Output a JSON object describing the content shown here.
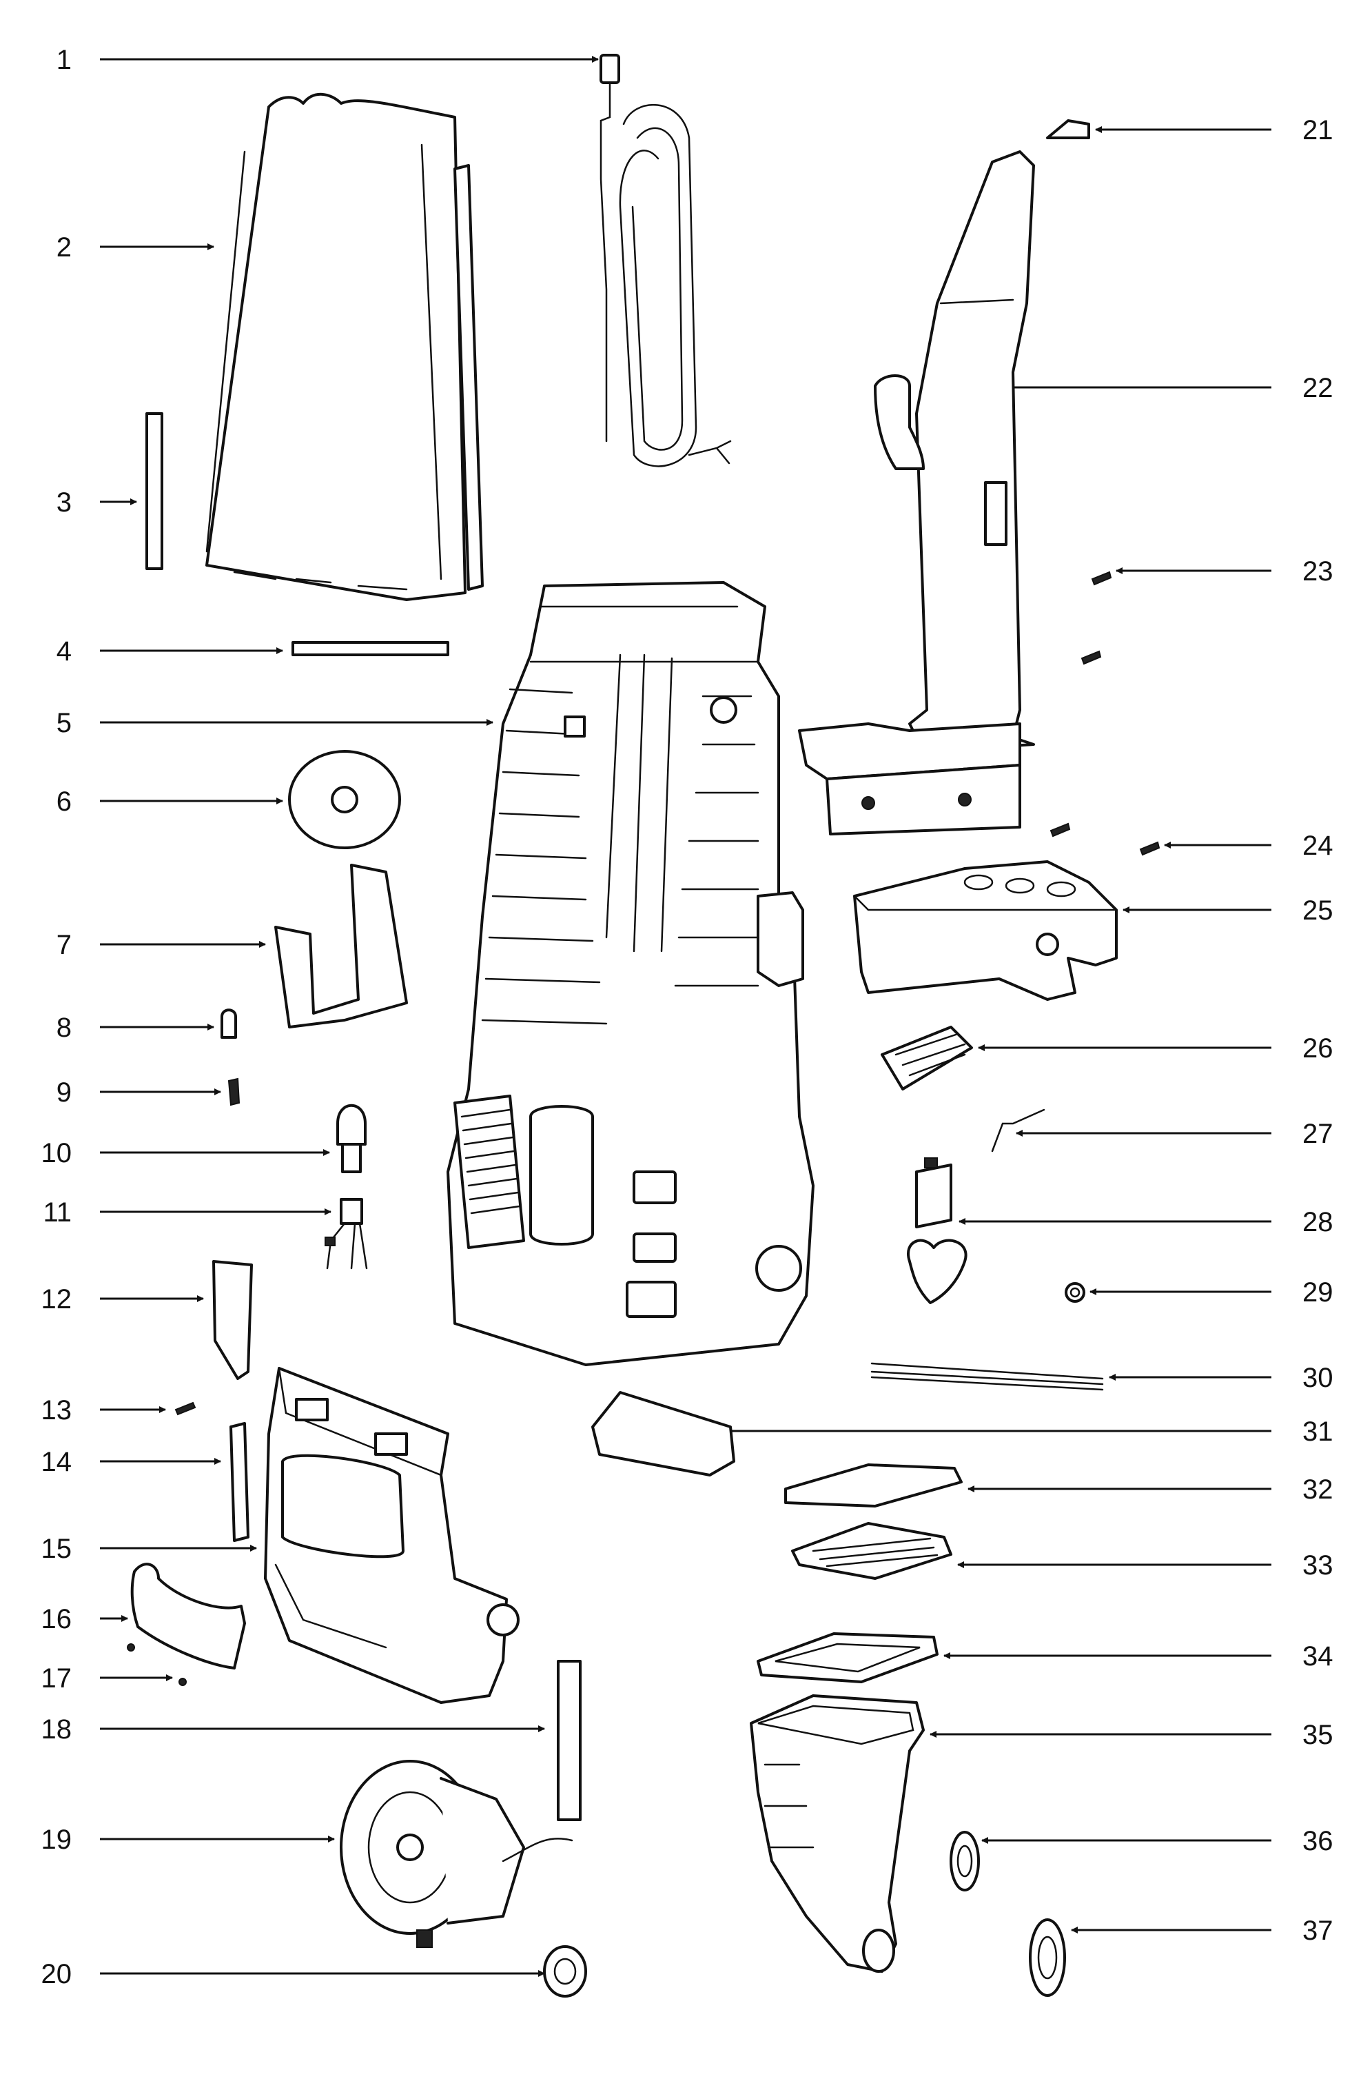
{
  "diagram": {
    "callouts": [
      {
        "id": "1",
        "label": "1",
        "side": "left"
      },
      {
        "id": "2",
        "label": "2",
        "side": "left"
      },
      {
        "id": "3",
        "label": "3",
        "side": "left"
      },
      {
        "id": "4",
        "label": "4",
        "side": "left"
      },
      {
        "id": "5",
        "label": "5",
        "side": "left"
      },
      {
        "id": "6",
        "label": "6",
        "side": "left"
      },
      {
        "id": "7",
        "label": "7",
        "side": "left"
      },
      {
        "id": "8",
        "label": "8",
        "side": "left"
      },
      {
        "id": "9",
        "label": "9",
        "side": "left"
      },
      {
        "id": "10",
        "label": "10",
        "side": "left"
      },
      {
        "id": "11",
        "label": "11",
        "side": "left"
      },
      {
        "id": "12",
        "label": "12",
        "side": "left"
      },
      {
        "id": "13",
        "label": "13",
        "side": "left"
      },
      {
        "id": "14",
        "label": "14",
        "side": "left"
      },
      {
        "id": "15",
        "label": "15",
        "side": "left"
      },
      {
        "id": "16",
        "label": "16",
        "side": "left"
      },
      {
        "id": "17",
        "label": "17",
        "side": "left"
      },
      {
        "id": "18",
        "label": "18",
        "side": "left"
      },
      {
        "id": "19",
        "label": "19",
        "side": "left"
      },
      {
        "id": "20",
        "label": "20",
        "side": "left"
      },
      {
        "id": "21",
        "label": "21",
        "side": "right"
      },
      {
        "id": "22",
        "label": "22",
        "side": "right"
      },
      {
        "id": "23",
        "label": "23",
        "side": "right"
      },
      {
        "id": "24",
        "label": "24",
        "side": "right"
      },
      {
        "id": "25",
        "label": "25",
        "side": "right"
      },
      {
        "id": "26",
        "label": "26",
        "side": "right"
      },
      {
        "id": "27",
        "label": "27",
        "side": "right"
      },
      {
        "id": "28",
        "label": "28",
        "side": "right"
      },
      {
        "id": "29",
        "label": "29",
        "side": "right"
      },
      {
        "id": "30",
        "label": "30",
        "side": "right"
      },
      {
        "id": "31",
        "label": "31",
        "side": "right"
      },
      {
        "id": "32",
        "label": "32",
        "side": "right"
      },
      {
        "id": "33",
        "label": "33",
        "side": "right"
      },
      {
        "id": "34",
        "label": "34",
        "side": "right"
      },
      {
        "id": "35",
        "label": "35",
        "side": "right"
      },
      {
        "id": "36",
        "label": "36",
        "side": "right"
      },
      {
        "id": "37",
        "label": "37",
        "side": "right"
      }
    ]
  }
}
